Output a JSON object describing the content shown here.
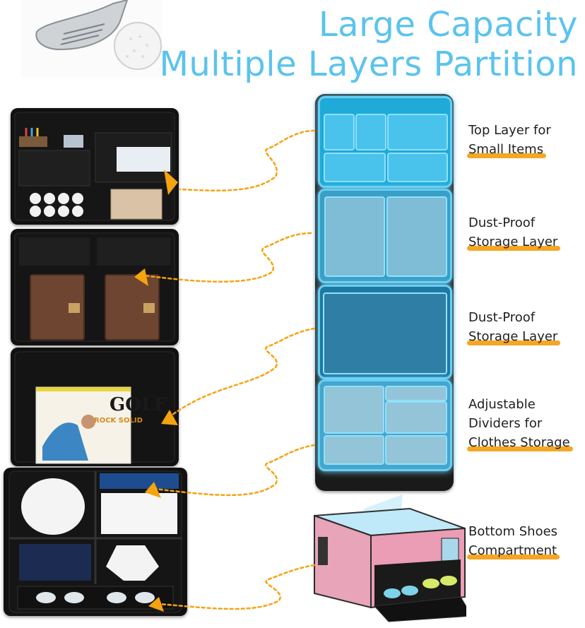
{
  "header": {
    "line1": "Large Capacity",
    "line2": "Multiple Layers Partition"
  },
  "layers": [
    {
      "line1": "Top Layer for",
      "line2": "Small Items"
    },
    {
      "line1": "Dust-Proof",
      "line2": "Storage Layer"
    },
    {
      "line1": "Dust-Proof",
      "line2": "Storage Layer"
    },
    {
      "line1": "Adjustable",
      "line2": "Dividers for",
      "line3": "Clothes Storage"
    },
    {
      "line1": "Bottom Shoes",
      "line2": "Compartment"
    }
  ],
  "magazine": {
    "title": "GOLF",
    "cover_line": "ROCK SOLID"
  },
  "colors": {
    "accent": "#5bc3ee",
    "highlight": "#f5a623",
    "arrow": "#f5a30f",
    "tray_glow": "#66cff5",
    "bag_pink": "#e8a4b8"
  }
}
